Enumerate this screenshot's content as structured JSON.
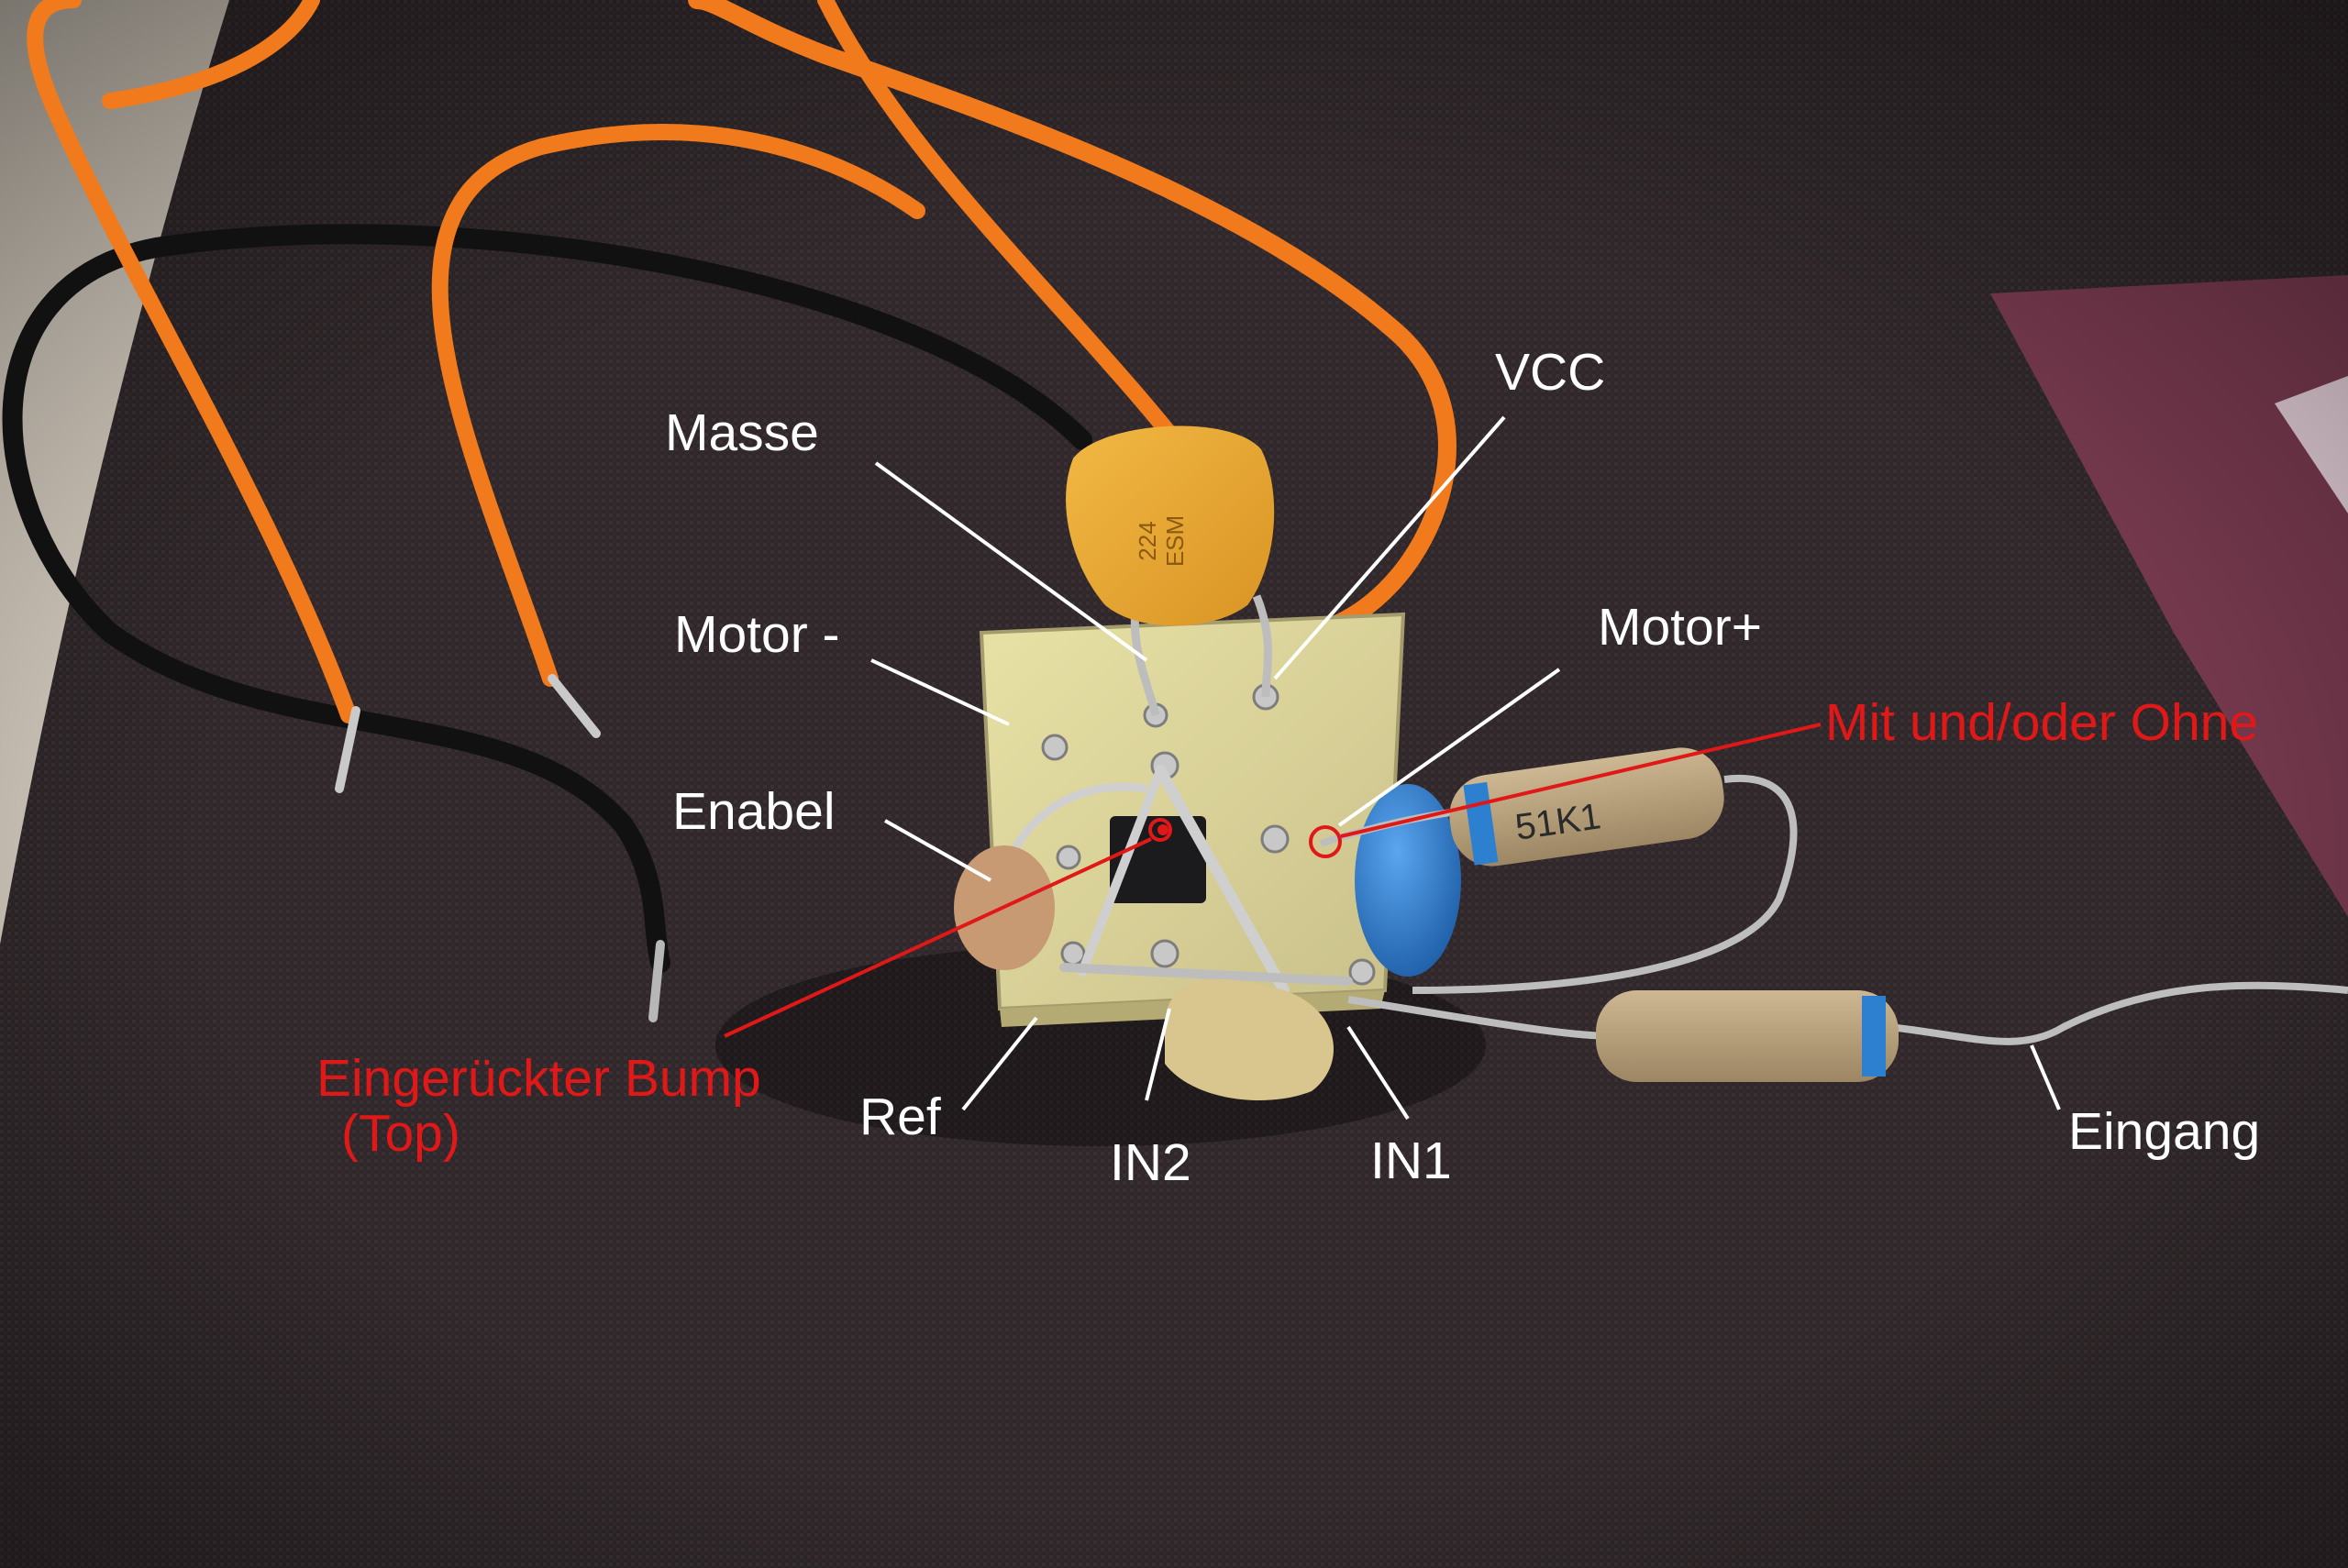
{
  "labels": {
    "masse": "Masse",
    "vcc": "VCC",
    "motor_minus": "Motor -",
    "motor_plus": "Motor+",
    "mit_ohne": "Mit und/oder Ohne",
    "enabel": "Enabel",
    "bump_line1": "Eingerückter Bump",
    "bump_line2": "(Top)",
    "ref": "Ref",
    "in2": "IN2",
    "in1": "IN1",
    "eingang": "Eingang"
  },
  "colors": {
    "label_white": "#ffffff",
    "label_red": "#e01818",
    "fabric": "#2e2628",
    "wire_orange": "#f07a1c",
    "capacitor_yellow": "#e8a632",
    "capacitor_blue": "#2d7fd0",
    "resistor_tan": "#b9a07a"
  }
}
